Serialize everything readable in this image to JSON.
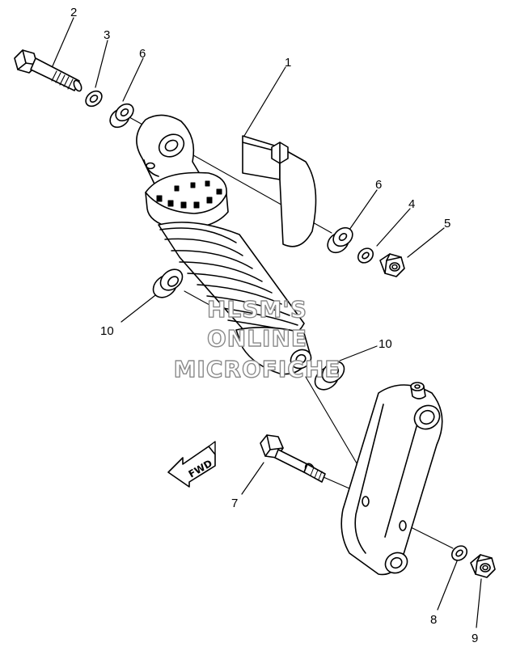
{
  "callouts": {
    "c1": "1",
    "c2": "2",
    "c3": "3",
    "c4": "4",
    "c5": "5",
    "c6a": "6",
    "c6b": "6",
    "c7": "7",
    "c8": "8",
    "c9": "9",
    "c10a": "10",
    "c10b": "10"
  },
  "watermark": {
    "line1": "HLSM'S",
    "line2": "ONLINE",
    "line3": "MICROFICHE"
  },
  "direction_label": "FWD",
  "colors": {
    "line": "#000000",
    "paper": "#ffffff",
    "watermark_outline": "#8a8a8a"
  }
}
